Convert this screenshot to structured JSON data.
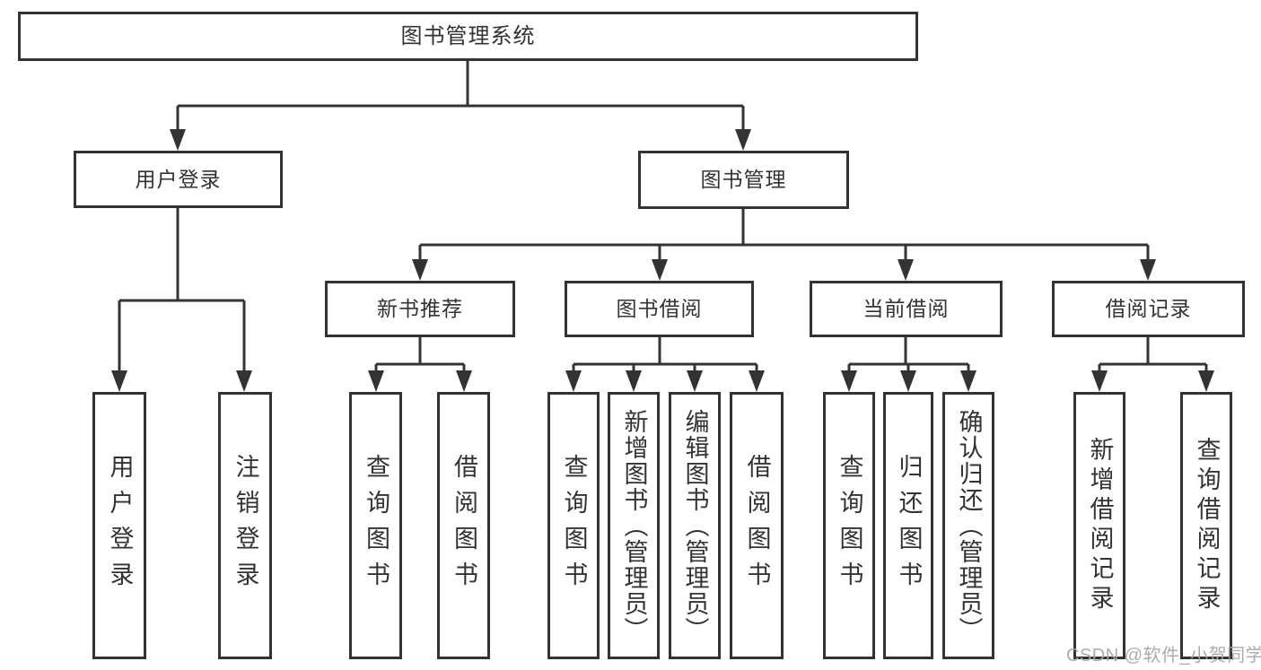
{
  "diagram": {
    "root": {
      "label": "图书管理系统"
    },
    "branches": [
      {
        "label": "用户登录",
        "children": [
          {
            "label": "用户登录"
          },
          {
            "label": "注销登录"
          }
        ]
      },
      {
        "label": "图书管理",
        "children": [
          {
            "label": "新书推荐",
            "children": [
              {
                "label": "查询图书"
              },
              {
                "label": "借阅图书"
              }
            ]
          },
          {
            "label": "图书借阅",
            "children": [
              {
                "label": "查询图书"
              },
              {
                "label": "新增图书（管理员）"
              },
              {
                "label": "编辑图书（管理员）"
              },
              {
                "label": "借阅图书"
              }
            ]
          },
          {
            "label": "当前借阅",
            "children": [
              {
                "label": "查询图书"
              },
              {
                "label": "归还图书"
              },
              {
                "label": "确认归还（管理员）"
              }
            ]
          },
          {
            "label": "借阅记录",
            "children": [
              {
                "label": "新增借阅记录"
              },
              {
                "label": "查询借阅记录"
              }
            ]
          }
        ]
      }
    ],
    "colors": {
      "line": "#333333",
      "text": "#333333",
      "background": "#ffffff",
      "watermark": "#a8a8a8"
    }
  },
  "watermark": {
    "text": "CSDN @软件_小贺同学"
  }
}
